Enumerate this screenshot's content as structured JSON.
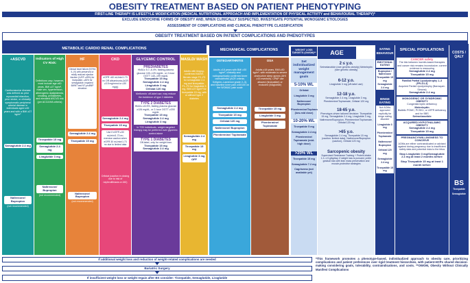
{
  "title": "OBESITY TREATMENT BASED ON PATIENT PHENOTYPING",
  "line1": "FIRST-LINE THERAPY IS LIFESTYLE MODIFICATION (MEDICAL NUTRITIONAL APPROACH AND IMPLEMENTATION OF PHYSICAL ACTIVITY and BEHAVIOURAL THERAPY)*",
  "line2": "EXCLUDE ENDOCRINE FORMS OF OBESITY AND, WHEN CLINICALLY SUSPECTED, INVESTIGATE POTENTIAL MONOGENIC ETIOLOGIES",
  "line3": "ASSESSMENT OF COMPLICATIONS AND CLINICAL PHENOTYPE CLASSIFICATION",
  "line4": "OBESITY TREATMENT BASED ON PATIENT COMPLICATIONS AND PHENOTYPES",
  "headers": {
    "mcr": "METABOLIC CARDIO RENAL COMPLICATIONS",
    "mech": "MECHANICAL COMPLICATIONS",
    "wl": "WEIGHT LOSS TARGETS (OWOM)**",
    "age": "AGE",
    "eat": "EATING BEHAVIOUR",
    "sp": "SPECIAL POPULATIONS",
    "cost": "COSTS / QALY"
  },
  "columns": {
    "ascvd": {
      "head": "+ASCVD",
      "text": "Cardiovascular disease was defined as prior myocardial infarction, prior stroke, or clinically symptomatic peripheral arterial disease in individuals aged ≥45 years and with a BMI ≥27 kg/m²",
      "drug1": "Semaglutide 2.4 mg",
      "drug2": "Naltrexone/ Bupropion",
      "note": "(not recommended)"
    },
    "hfcv": {
      "head": "Indicators of High CV Risk:",
      "text": "Definitions vary; however, most include age ≥60 years, BMI ≥27 kg/m², male sex, hypertension, atherogenic dyslipidemia, smoking, prediabetes, and elevated ASCVD risk (per ACC/AHA criteria)",
      "drug1": "Tirzepatide 15 mg",
      "drug2": "Semaglutide 2.4 mg",
      "drug3": "Liraglutide 3 mg",
      "drug4": "Naltrexone/ Bupropion",
      "note": "(not recommended)"
    },
    "hf": {
      "head": "HF",
      "text": "Clinical heart failure (NYHA II–IV) with preserved or mildly reduced ejection fraction (LVEF ≥45%) for tirzepatide, ≥45% for semaglutide; impaired 6MWT and NT-proBNP elevation",
      "drug1": "Semaglutide 2.4 mg",
      "drug2": "Tirzepatide 15 mg",
      "drug3": "Naltrexone/ Bupropion",
      "note": "(not recommended)"
    },
    "ckd": {
      "head": "CKD",
      "text": "eGFR <60 mL/min/1.73 m² OR albuminuria (ACR ≥3.5 mg/mmol or ≥30 mg/g)",
      "drug1": "Semaglutide 2.4 mg",
      "drug2": "Tirzepatide 15 mg",
      "sub": "Use if eGFR ≥30 mL/min/1.73 m²; exercise caution when eGFR 30 mL/min/1.73 m² due to limited data",
      "note": "Orlistat (caution in dosing due to risk of nephrolithiasis or AKI)"
    },
    "gly": {
      "head": "GLYCEMIC CONTROL",
      "pre": "PREDIABETES",
      "pre_text": "HbA1c 5.7–6.4%, fasting plasma glucose 100–125 mg/dL, or 2-hour OGTT 140–199 mg/dL",
      "pre_d1": "Tirzepatide 15 mg",
      "pre_d2": "Semaglutide 2.4 mg",
      "pre_d3": "Liraglutide 3 mg",
      "pre_d4": "Orlistat 120 mg",
      "pre_note": "Metformin: off-label use; may reduce the incidence of type 2 diabetes",
      "t2d": "TYPE 2 DIABETES",
      "t2d_text": "HbA1c ≥6.5%, fasting plasma glucose ≥126 mg/dL, or 2-hour OGTT ≥200 mg/dL",
      "t2d_d1": "Tirzepatide 15 mg",
      "t2d_d2": "Semaglutide 2.4 mg",
      "t2d_d3": "Liraglutide 3 mg",
      "t2d_note": "In T2D individuals, weight-targeted therapy may be preferred over glycemic control alone",
      "t1d": "TYPE 1 DIABETES",
      "t1d_text": "Off-label, only for weight loss",
      "t1d_d1": "Tirzepatide 15 mg",
      "t1d_d2": "Semaglutide 2.4 mg"
    },
    "masld": {
      "head": "MASLD/ MASH",
      "text": "Adults with biopsy-confirmed MASH, fibrosis stage F2–F3 for semaglutide 2.4 mg and tirzepatide; F1–F3 for liraglutide 3 mg, BMI ≥27 kg/m² for tirzepatide 15 mg, with or without type 2 diabetes",
      "drug1": "Semaglutide 2.4 mg",
      "drug2": "Tirzepatide 15 mg",
      "drug3": "Liraglutide 3 mg OFF"
    },
    "oa": {
      "head": "OSTEOARTHRITIS",
      "text": "Adults ≥18 years with BMI ≥30 kg/m², clinically and radiographically confirmed knee osteoarthritis (ACR criteria; Kellgren–Lawrence grade 2–3), and baseline knee pain ≥40/100 on the WOMAC pain scale",
      "drug1": "Semaglutide 2.4 mg",
      "drug2": "Tirzepatide 15 mg",
      "drug3": "Orlistat 120 mg",
      "drug4": "Naltrexone/ Bupropion",
      "drug5": "Phentermine/ Topiramate"
    },
    "osa": {
      "head": "OSA",
      "text": "Adults ≥18 years, BMI ≥30 kg/m², with moderate-to-severe obstructive sleep apnea (AHI ≥15 events/h); CPAP use allowed (tirzepatide) or excluded (liraglutide)",
      "drug1": "Tirzepatide 15 mg",
      "drug2": "Liraglutide 3 mg",
      "drug3": "Phentermine/ Topiramate"
    }
  },
  "wl": {
    "intro": "Set individualized weight management goals",
    "g1": "5-10% WL",
    "g1_list": [
      "Orlistat",
      "Liraglutide 3 mg",
      "Naltrexone/ Bupropion",
      "Phentermine/Topiramate (low-mid dose)"
    ],
    "g2": "10-20% WL",
    "g2_list": [
      "Tirzepatide 5 mg",
      "Semaglutide 2.4 mg",
      "Phentermine/ Topiramate (mid-high dose)"
    ],
    "g3": ">20% WL",
    "g3_list": [
      "Tirzepatide 15 mg",
      "Semaglutide 7.2 mg",
      "Cagrisema (not available yet)"
    ]
  },
  "age": {
    "a1": "2 ≤ y.o.",
    "a1_text": "Setmelanotide (rare genetic obesity) Metreleptin (rare genetic obesity)",
    "a2": "6-12 y.o.",
    "a2_text": "Liraglutide 3 mg (off-label use)",
    "a3": "12-18 y.o.",
    "a3_text": "Semaglutide 2.4 mg, Liraglutide 3 mg, Phentermine/Topiramate, Orlistat 120 mg",
    "a4": "18-65 y.o.",
    "a4_text": "Phenotype-driven tailored decision: Tirzepatide 15 mg, Semaglutide 2.4 mg, Liraglutide 3 mg, Naltrexone/Bupropion, Phentermine/Topiramate, Orlistat 120 mg",
    "a5": ">65 y.o.",
    "a5_text": "Semaglutide 2.4 mg, Tirzepatide 15 mg (caution: limited data), Naltrexone/Bupropion (caution), Orlistat 120 mg",
    "sarc": "Sarcopenic obesity",
    "sarc_text": "Supervised Resistance Training + Protein intake 1.2–1.5 g/kg/day. If weight loss is pursued, prefer gradual loss with lean mass preservation and muscle-protective strategies"
  },
  "eat": {
    "emo": "EMOTIONAL EATING",
    "emo_list": [
      "Bupropion / Naltrexone",
      "Tirzepatide 15 mg",
      "Semaglutide 2.4 mg"
    ],
    "binge": "BINGE EATING",
    "binge_text": "Not AOMs approved explicitly for binge eating disorder",
    "binge_list": [
      "Liraglutide 3 mg",
      "Phentermine/ Topiramate",
      "Naltrexone/ Bupropion",
      "Orlistat 120 mg",
      "Semaglutide 2.4 mg",
      "Tirzepatide 15 mg"
    ]
  },
  "sp": {
    "cancer": "CANCER safety",
    "cancer_text": "The link between incretin-based therapies and cancer risk remains inconclusive; current evidence is reassuring",
    "cancer_d1": "Semaglutide 2.4 mg",
    "cancer_d2": "Tirzepatide 15 mg",
    "lipo": "Familial Partial Lipodystrophy 1–3 (FPLD1-3)",
    "lipo_text": "Acquired Partial Lipodystrophy (Barraquer-Simons)",
    "lipo_d1": "Semaglutide 2.4 mg",
    "mono": "MONOGENIC OR SYNDROMIC OBESITY",
    "mono_text": "Congenital leptin deficiency",
    "mono_d1": "Metreleptin",
    "mono_text2": "Biallelic POMC, PCSK1, or LEPR deficiency and for BBS",
    "mono_d2": "Setmelanotide",
    "hypo": "ACQUIRED HYPOTHALAMIC OBESITY",
    "hypo_d1": "Semaglutide 2.4 mg",
    "hypo_d2": "Tirzepatide 15 mg",
    "preg": "PREGNANCY/WILLINGNESS TO CONCEIVE",
    "preg_text": "AOMs are either contraindicated or advised against during pregnancy due to insufficient safety data and potential risks to the fetus",
    "preg_d1": "Stop Liraglutide 3 mg/Semaglutide 2.4 mg at least 2 months before",
    "preg_d2": "Stop Tirzepatide 15 mg at least 1 month before"
  },
  "cost": {
    "bs": "BS",
    "d1": "Tirzepatide",
    "d2": "Semaglutide"
  },
  "bottom": {
    "b1": "If additional weight loss and reduction of weight-related complications are needed",
    "b2": "Bariatric Surgery",
    "b3": "If insufficient weight loss or weight regain after BS consider: Tirzepatide, Semaglutide, Liraglutide",
    "footnote": "*This framework promotes a phenotype-based, individualized approach to obesity care, prioritizing complications and patient preferences over rigid treatment hierarchies, with patient-HCPs shared decision-making considering goals, tolerability, contraindications, and costs. **OWOM, Obesity Without Clinically Manifest Complications"
  },
  "colors": {
    "navy": "#1f3a8a",
    "teal": "#1a9a9a",
    "green": "#2fa45a",
    "orange": "#e7833a",
    "pink": "#e7477a",
    "purple": "#6a3a9a",
    "yellow": "#e8b631",
    "skyblue": "#3aa7db",
    "brown": "#a15a3a",
    "lightblue": "#c9dbf2"
  }
}
